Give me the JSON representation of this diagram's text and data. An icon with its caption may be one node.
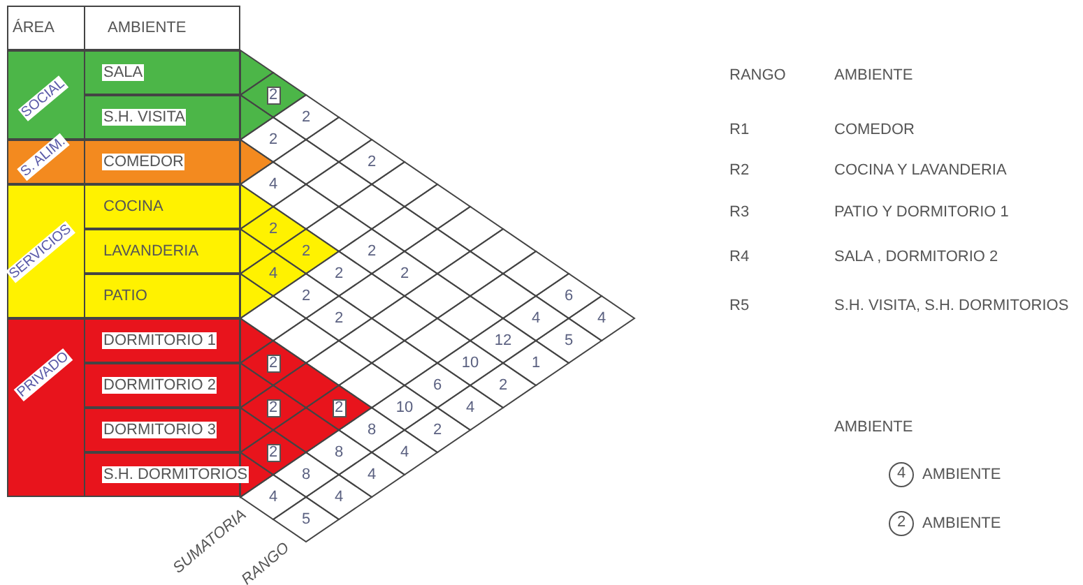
{
  "diagram": {
    "nodes": [
      {
        "text": [
          "SOCIAL"
        ]
      },
      {
        "text": [
          "S. ALIM."
        ]
      },
      {
        "text": [
          "SERVICIOS"
        ]
      },
      {
        "text": [
          "PRIVADO"
        ]
      },
      {
        "text": [
          "SALA"
        ]
      },
      {
        "text": [
          "S.H. VISITA"
        ]
      },
      {
        "text": [
          "COMEDOR"
        ]
      },
      {
        "text": [
          "COCINA"
        ]
      },
      {
        "text": [
          "LAVANDERIA"
        ]
      },
      {
        "text": [
          "PATIO"
        ]
      },
      {
        "text": [
          "DORMITORIO 1"
        ]
      },
      {
        "text": [
          "DORMITORIO 2"
        ]
      },
      {
        "text": [
          "DORMITORIO 3"
        ]
      },
      {
        "text": [
          "S.H. DORMITORIOS"
        ]
      },
      {
        "text": [
          "4"
        ],
        "beside": [
          "AMBIENTE"
        ]
      },
      {
        "text": [
          "2"
        ],
        "beside": [
          "AMBIENTE"
        ]
      }
    ],
    "labels": [
      "ÁREA",
      "AMBIENTE",
      "2",
      "2",
      "2",
      "2",
      "4",
      "2",
      "2",
      "2",
      "4",
      "2",
      "2",
      "2",
      "6",
      "2",
      "4",
      "4",
      "12",
      "5",
      "2",
      "10",
      "1",
      "6",
      "2",
      "2",
      "2",
      "10",
      "4",
      "8",
      "2",
      "2",
      "8",
      "4",
      "8",
      "4",
      "4",
      "4",
      "5",
      "SUMATORIA",
      "RANGO",
      "RANGO",
      "AMBIENTE",
      "R1",
      "COMEDOR",
      "R2",
      "COCINA Y LAVANDERIA",
      "R3",
      "PATIO Y DORMITORIO 1",
      "R4",
      "SALA , DORMITORIO 2",
      "R5",
      "S.H. VISITA, S.H. DORMITORIOS",
      "AMBIENTE"
    ]
  }
}
